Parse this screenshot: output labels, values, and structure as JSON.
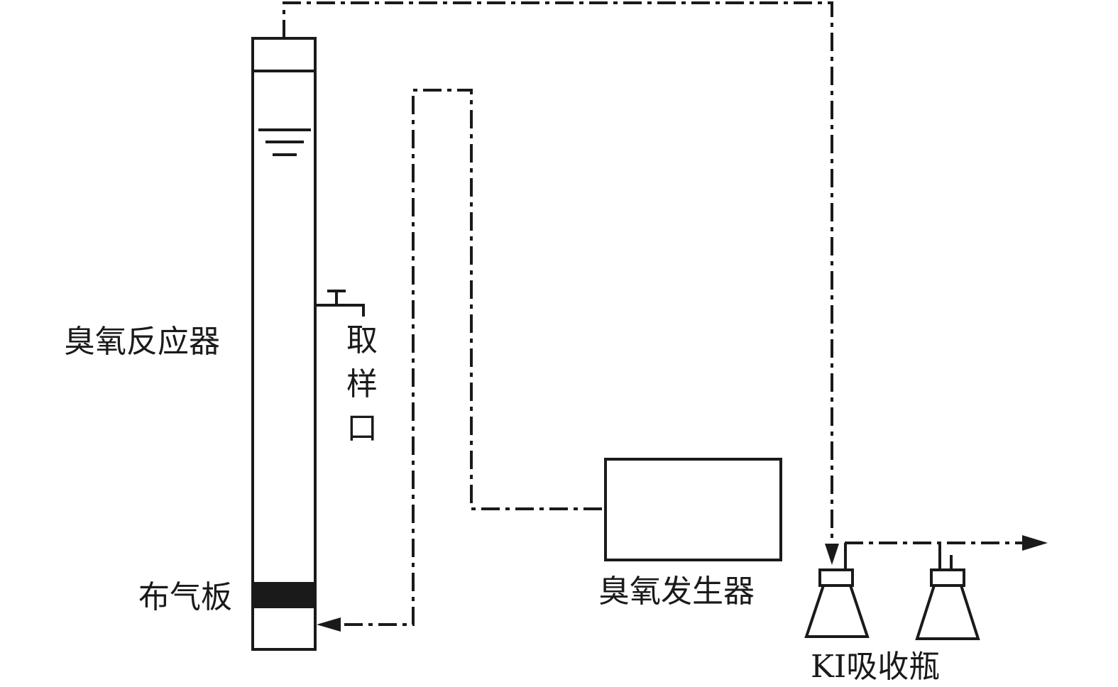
{
  "labels": {
    "reactor": "臭氧反应器",
    "sampling_port": "取样口",
    "gas_plate": "布气板",
    "ozone_generator": "臭氧发生器",
    "ki_bottle": "KI吸收瓶"
  },
  "colors": {
    "line": "#1a1a1a",
    "background": "#ffffff"
  }
}
